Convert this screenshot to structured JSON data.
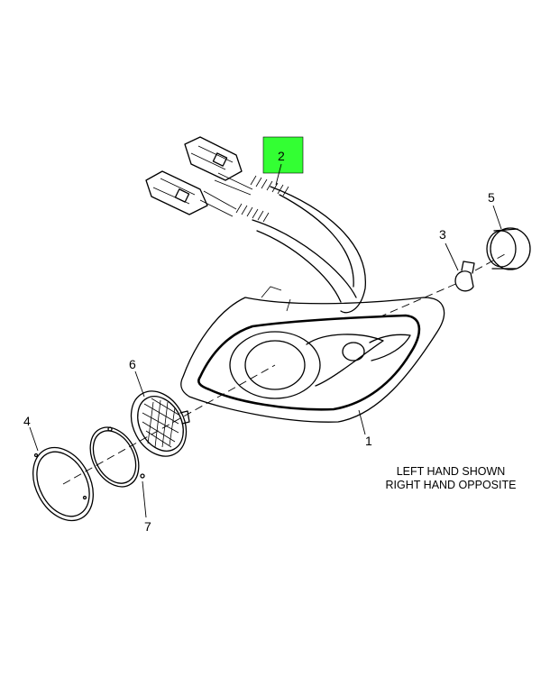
{
  "diagram": {
    "callouts": [
      "1",
      "2",
      "3",
      "4",
      "5",
      "6",
      "7"
    ],
    "highlight_color": "#33ff33",
    "highlighted_callout": "2",
    "note_line1": "LEFT HAND SHOWN",
    "note_line2": "RIGHT HAND OPPOSITE"
  }
}
